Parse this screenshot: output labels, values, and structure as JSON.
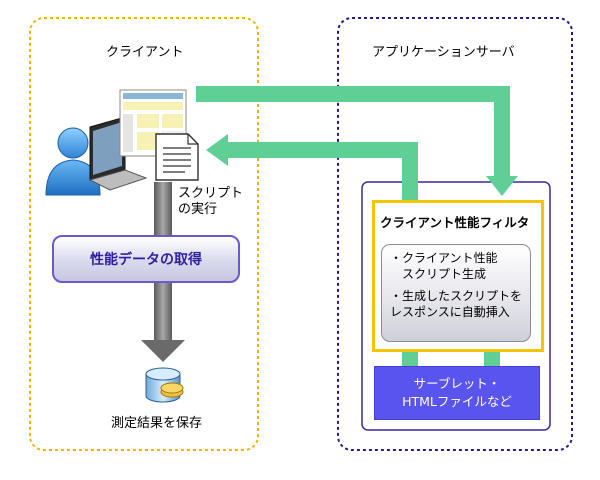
{
  "client": {
    "title": "クライアント"
  },
  "server": {
    "title": "アプリケーションサーバ"
  },
  "script_exec": {
    "line1": "スクリプト",
    "line2": "の実行"
  },
  "step": {
    "label": "性能データの取得"
  },
  "save": {
    "label": "測定結果を保存"
  },
  "filter": {
    "title": "クライアント性能フィルタ",
    "items": [
      "・クライアント性能",
      "　スクリプト生成",
      "・生成したスクリプトを",
      "レスポンスに自動挿入"
    ]
  },
  "servlet": {
    "line1": "サーブレット・",
    "line2": "HTMLファイルなど"
  },
  "colors": {
    "client_border": "#f0b400",
    "server_border": "#2a1a8c",
    "arrow_green": "#5fcf95",
    "servlet_fill": "#5a54ef",
    "step_text": "#2e1fa0"
  },
  "icons": [
    "user-icon",
    "laptop-icon",
    "webpage-icon",
    "script-document-icon",
    "database-icon"
  ]
}
